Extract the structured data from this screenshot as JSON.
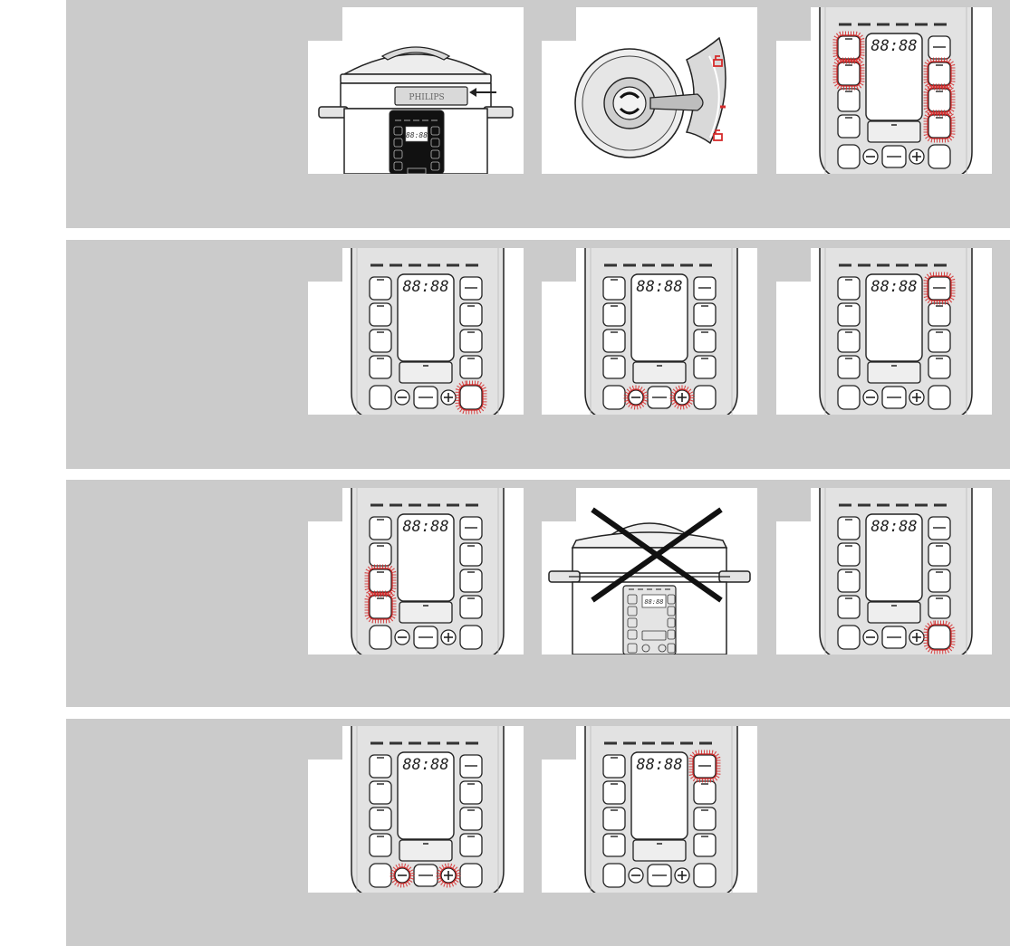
{
  "brand": {
    "lid_label": "PHILIPS"
  },
  "display": {
    "digits": "88:88",
    "digits_small": "88:88",
    "digits_tiny": "88:88"
  },
  "colors": {
    "band_gray": "#cbcbcb",
    "highlight_red": "#d52b2b",
    "panel_gray": "#d9d9d9",
    "line_dark": "#222222"
  },
  "rows": [
    {
      "name": "row-1",
      "steps": [
        {
          "kind": "cooker-lid-arrow",
          "icon": "arrow-left-icon"
        },
        {
          "kind": "lid-top-view",
          "icon": "lock-icon"
        },
        {
          "kind": "panel",
          "highlights": [
            "left-1",
            "left-2",
            "right-2",
            "right-3",
            "right-4"
          ]
        }
      ]
    },
    {
      "name": "row-2",
      "steps": [
        {
          "kind": "panel",
          "highlights": [
            "bottom-right"
          ]
        },
        {
          "kind": "panel",
          "highlights": [
            "minus",
            "plus"
          ]
        },
        {
          "kind": "panel",
          "highlights": [
            "right-1"
          ]
        }
      ]
    },
    {
      "name": "row-3",
      "steps": [
        {
          "kind": "panel",
          "highlights": [
            "left-3",
            "left-4"
          ]
        },
        {
          "kind": "cooker-crossed",
          "icon": "cross-icon"
        },
        {
          "kind": "panel",
          "highlights": [
            "bottom-right"
          ]
        }
      ]
    },
    {
      "name": "row-4",
      "steps": [
        {
          "kind": "panel",
          "highlights": [
            "minus",
            "plus"
          ]
        },
        {
          "kind": "panel",
          "highlights": [
            "right-1"
          ]
        }
      ]
    }
  ]
}
